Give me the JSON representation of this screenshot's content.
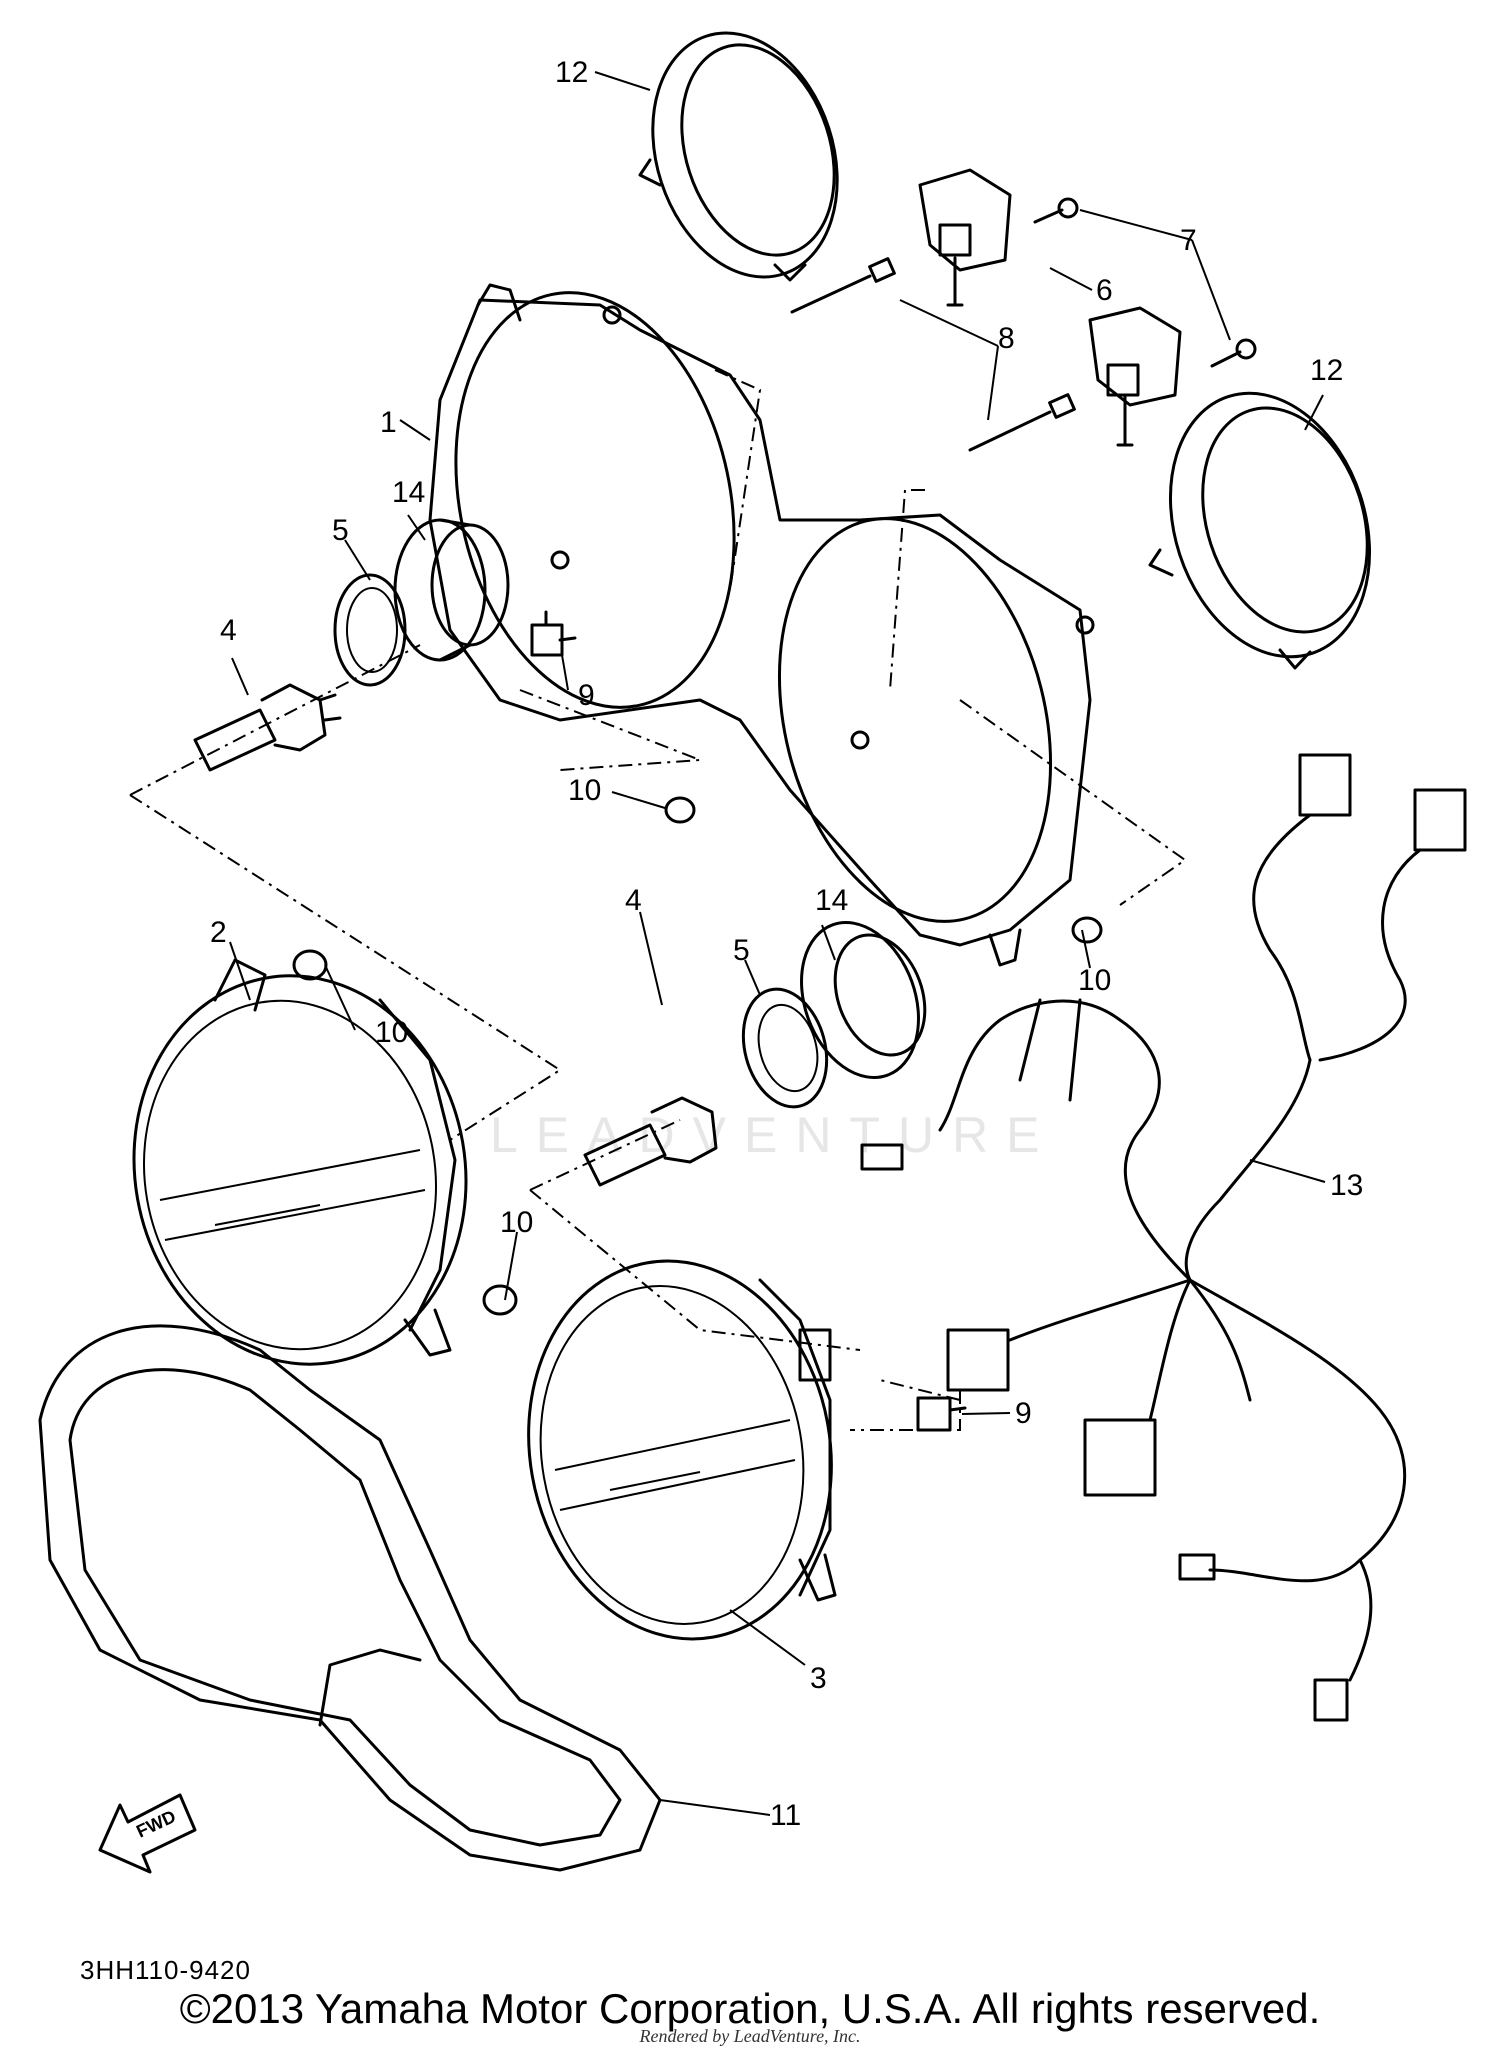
{
  "diagram": {
    "callouts": [
      {
        "id": "c1",
        "text": "1"
      },
      {
        "id": "c2",
        "text": "2"
      },
      {
        "id": "c3",
        "text": "3"
      },
      {
        "id": "c4a",
        "text": "4"
      },
      {
        "id": "c4b",
        "text": "4"
      },
      {
        "id": "c5a",
        "text": "5"
      },
      {
        "id": "c5b",
        "text": "5"
      },
      {
        "id": "c6",
        "text": "6"
      },
      {
        "id": "c7",
        "text": "7"
      },
      {
        "id": "c8",
        "text": "8"
      },
      {
        "id": "c9a",
        "text": "9"
      },
      {
        "id": "c9b",
        "text": "9"
      },
      {
        "id": "c10a",
        "text": "10"
      },
      {
        "id": "c10b",
        "text": "10"
      },
      {
        "id": "c10c",
        "text": "10"
      },
      {
        "id": "c10d",
        "text": "10"
      },
      {
        "id": "c11",
        "text": "11"
      },
      {
        "id": "c12a",
        "text": "12"
      },
      {
        "id": "c12b",
        "text": "12"
      },
      {
        "id": "c13",
        "text": "13"
      },
      {
        "id": "c14a",
        "text": "14"
      },
      {
        "id": "c14b",
        "text": "14"
      }
    ],
    "fwd_arrow_text": "FWD",
    "watermark": "LEADVENTURE"
  },
  "footer": {
    "diagram_code": "3HH110-9420",
    "copyright": "©2013 Yamaha Motor Corporation, U.S.A. All rights reserved.",
    "rendered_by": "Rendered by LeadVenture, Inc."
  }
}
